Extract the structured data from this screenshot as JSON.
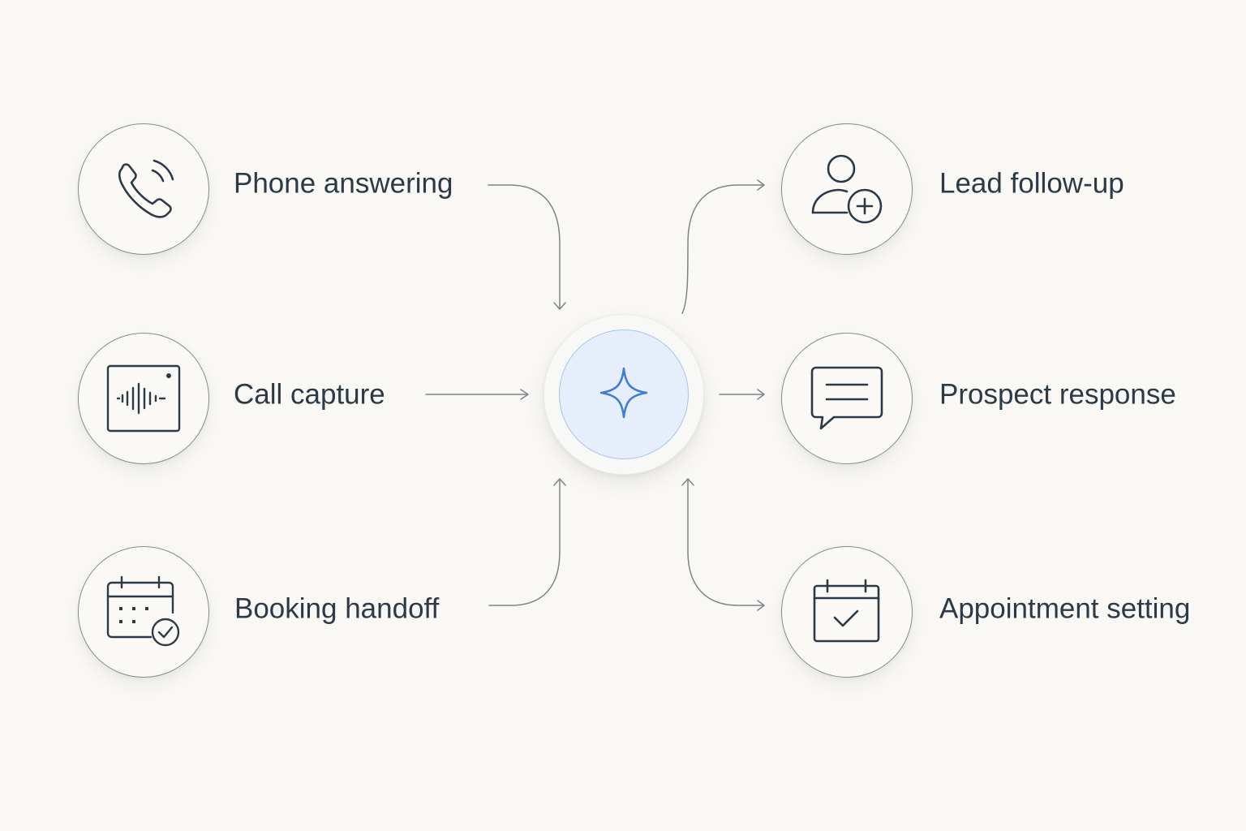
{
  "hub": {
    "icon": "sparkle-icon",
    "accent_color": "#3f7dd6",
    "fill_color": "#e6eefc"
  },
  "inputs": [
    {
      "label": "Phone answering",
      "icon": "phone-ringing-icon"
    },
    {
      "label": "Call capture",
      "icon": "audio-waveform-icon"
    },
    {
      "label": "Booking handoff",
      "icon": "calendar-check-icon"
    }
  ],
  "outputs": [
    {
      "label": "Lead follow-up",
      "icon": "user-add-icon"
    },
    {
      "label": "Prospect response",
      "icon": "message-icon"
    },
    {
      "label": "Appointment setting",
      "icon": "calendar-checkmark-icon"
    }
  ],
  "colors": {
    "background": "#f9f8f5",
    "stroke": "#2c3a47",
    "connector": "#7d8489",
    "node_border": "#868b8f"
  }
}
